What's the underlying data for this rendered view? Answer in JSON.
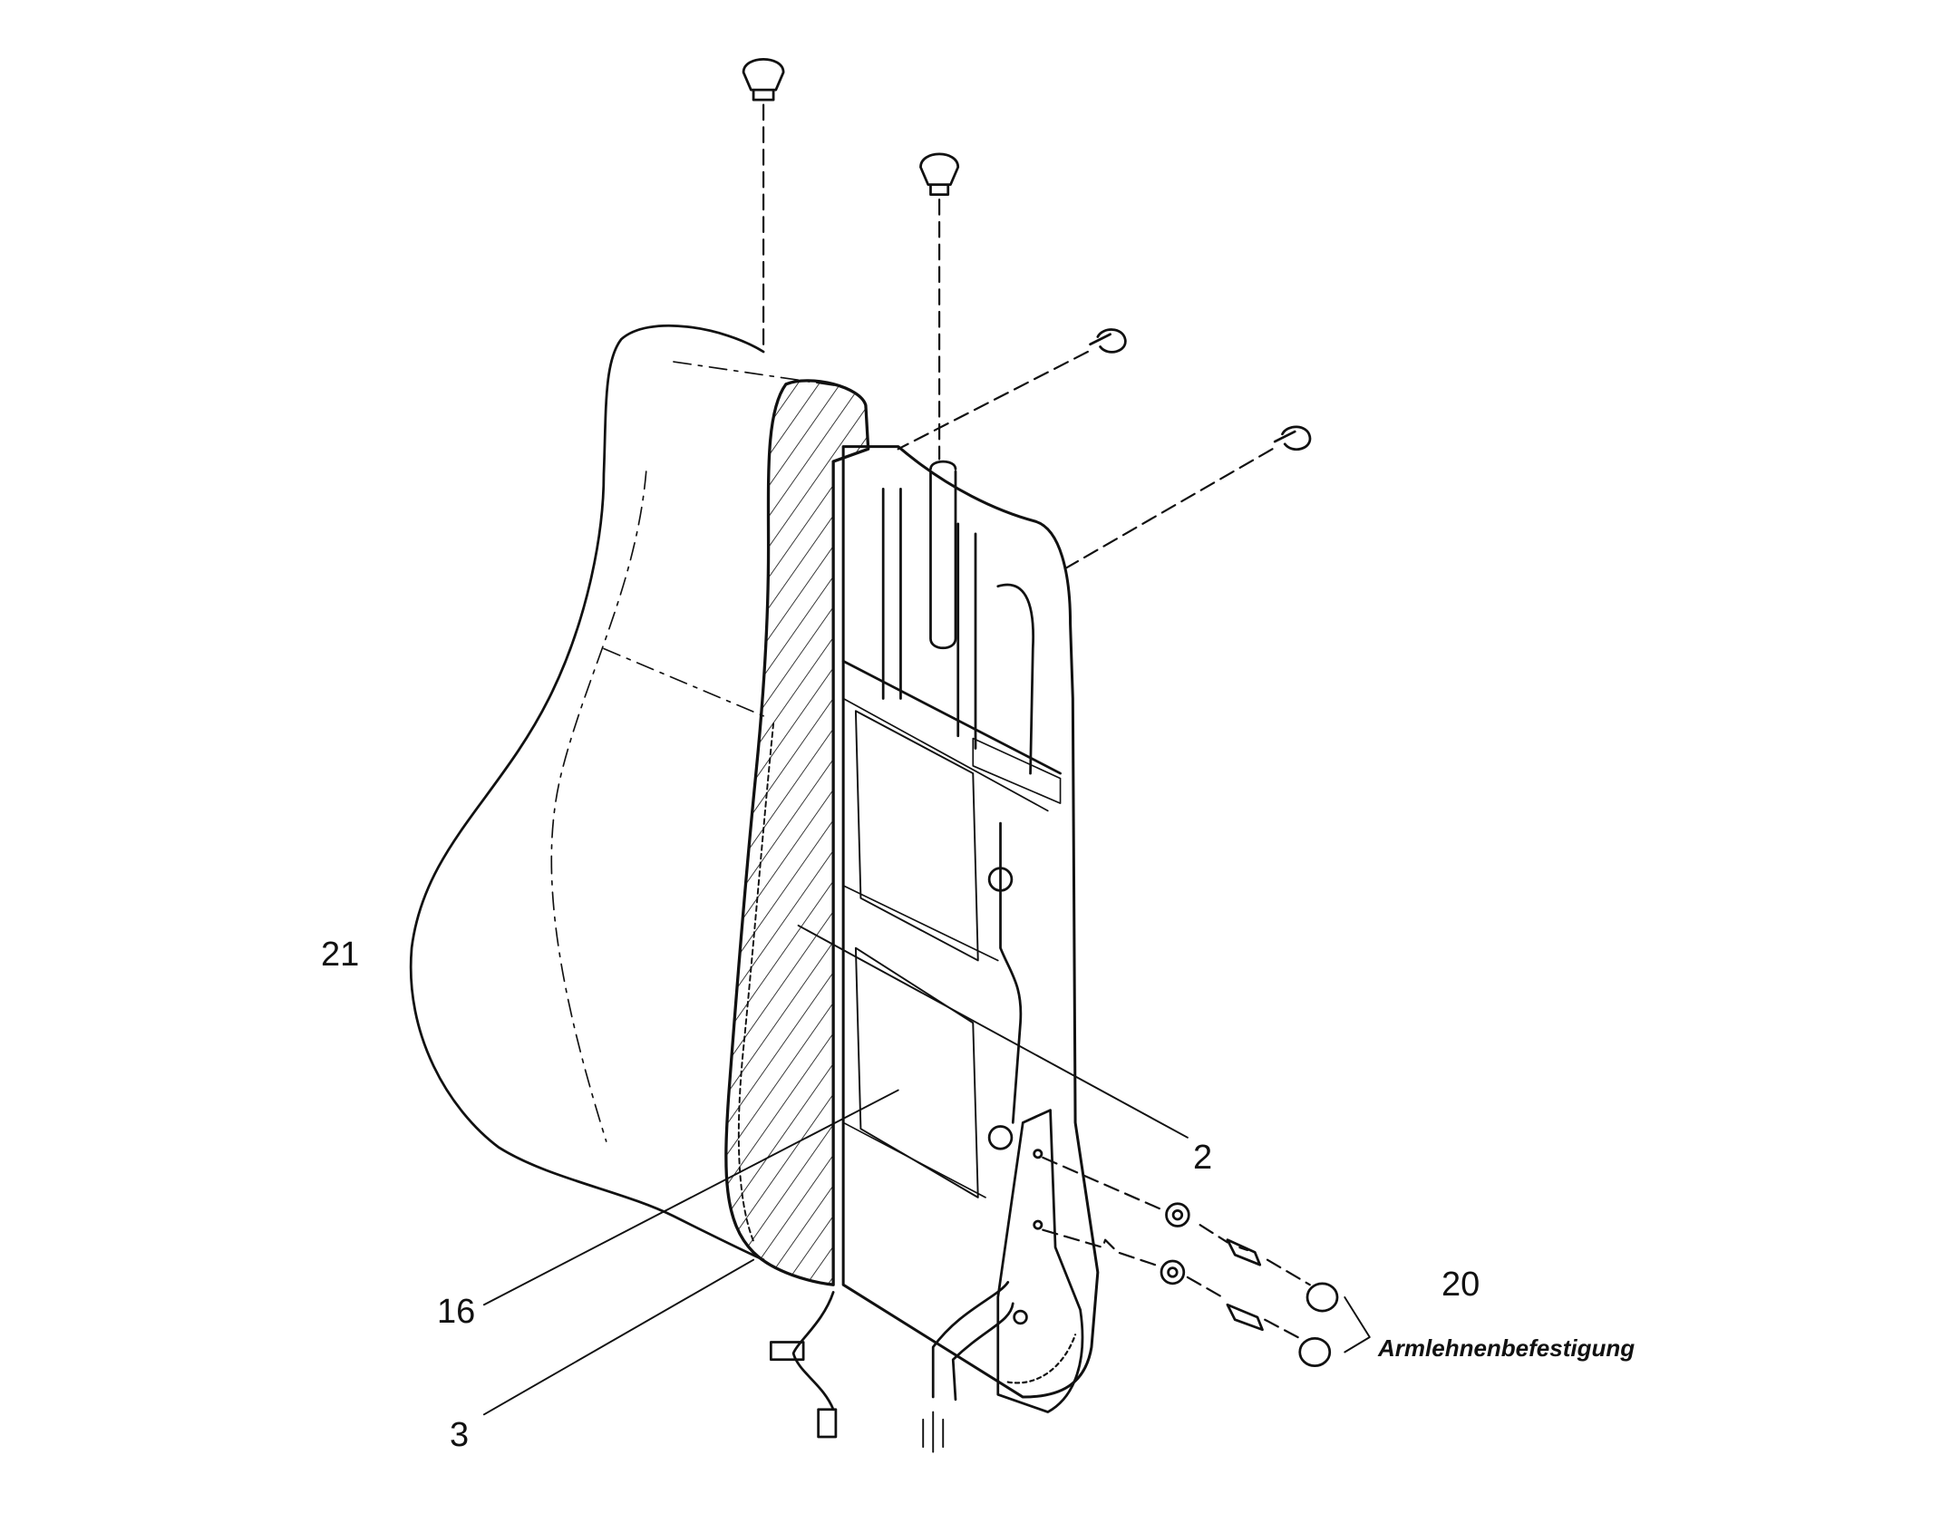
{
  "labels": {
    "part_21": "21",
    "part_2": "2",
    "part_16": "16",
    "part_3": "3",
    "part_20": "20",
    "armrest_mounting": "Armlehnenbefestigung"
  },
  "colors": {
    "ink": "#111111",
    "background": "#ffffff"
  }
}
